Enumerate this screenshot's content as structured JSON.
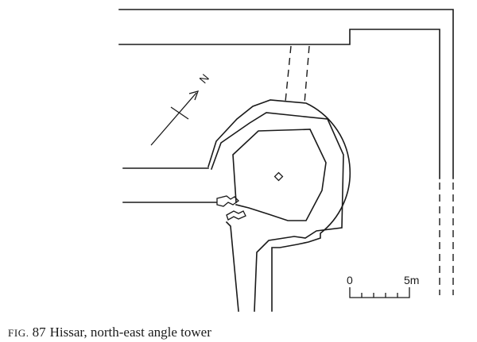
{
  "diagram": {
    "north_label": "N",
    "scale": {
      "start_label": "0",
      "end_label": "5m"
    }
  },
  "caption": {
    "prefix": "FIG.",
    "number": "87",
    "text": "Hissar, north-east angle tower"
  }
}
